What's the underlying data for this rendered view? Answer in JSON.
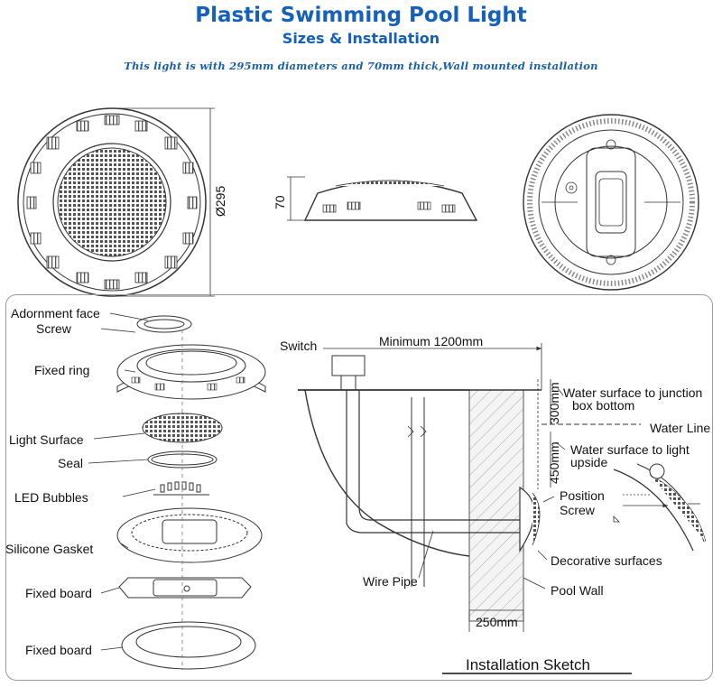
{
  "header": {
    "title": "Plastic Swimming Pool Light",
    "subtitle": "Sizes & Installation",
    "description": "This light is with 295mm diameters and 70mm thick,Wall mounted installation"
  },
  "dimensions": {
    "diameter_label": "Ø295",
    "thickness_label": "70"
  },
  "exploded_view": {
    "labels": {
      "adornment_face": "Adornment face",
      "screw": "Screw",
      "fixed_ring": "Fixed ring",
      "light_surface": "Light Surface",
      "seal": "Seal",
      "led_bubbles": "LED Bubbles",
      "silicone_gasket": "Silicone Gasket",
      "fixed_board_1": "Fixed board",
      "fixed_board_2": "Fixed board"
    }
  },
  "installation": {
    "switch": "Switch",
    "minimum": "Minimum 1200mm",
    "dim_300": "300mm",
    "dim_450": "450mm",
    "water_to_junction_1": "Water surface to junction",
    "water_to_junction_2": "box bottom",
    "water_line": "Water Line",
    "water_to_light_1": "Water surface to light",
    "water_to_light_2": "upside",
    "position_screw_1": "Position",
    "position_screw_2": "Screw",
    "decorative_surfaces": "Decorative surfaces",
    "wire_pipe": "Wire Pipe",
    "pool_wall": "Pool Wall",
    "dim_250": "250mm",
    "sketch_title": "Installation Sketch"
  },
  "colors": {
    "title_blue": "#1560b8",
    "line": "#444444",
    "panel_border": "#9a9a9a"
  }
}
